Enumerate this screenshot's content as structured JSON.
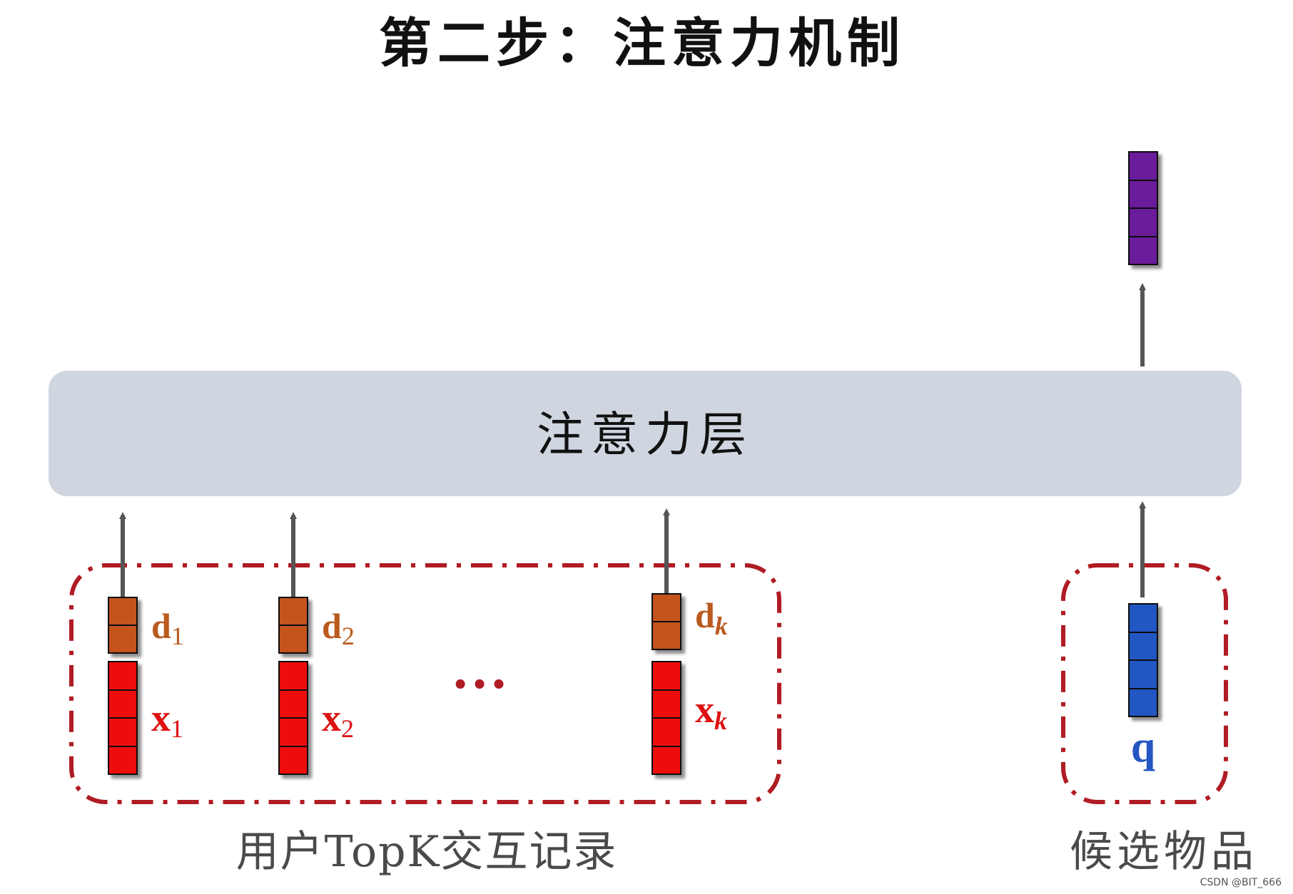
{
  "title": "第二步：注意力机制",
  "attention_layer": {
    "label": "注意力层"
  },
  "user_group": {
    "caption": "用户TopK交互记录",
    "ellipsis": "…",
    "items": [
      {
        "d_base": "d",
        "d_sub": "1",
        "x_base": "x",
        "x_sub": "1"
      },
      {
        "d_base": "d",
        "d_sub": "2",
        "x_base": "x",
        "x_sub": "2"
      },
      {
        "d_base": "d",
        "d_sub": "k",
        "x_base": "x",
        "x_sub": "k"
      }
    ]
  },
  "candidate_group": {
    "caption": "候选物品",
    "q_label": "q"
  },
  "watermark": "CSDN @BIT_666",
  "colors": {
    "layer_fill": "#cfd6e0",
    "arrow": "#555555",
    "group_border": "#b01c24",
    "d_block": "#c4531c",
    "d_label": "#b95a1e",
    "x_block": "#ee1111",
    "x_label": "#dd1111",
    "q_block": "#2457c2",
    "q_label": "#2457c2",
    "output_block": "#6a1b9a"
  }
}
